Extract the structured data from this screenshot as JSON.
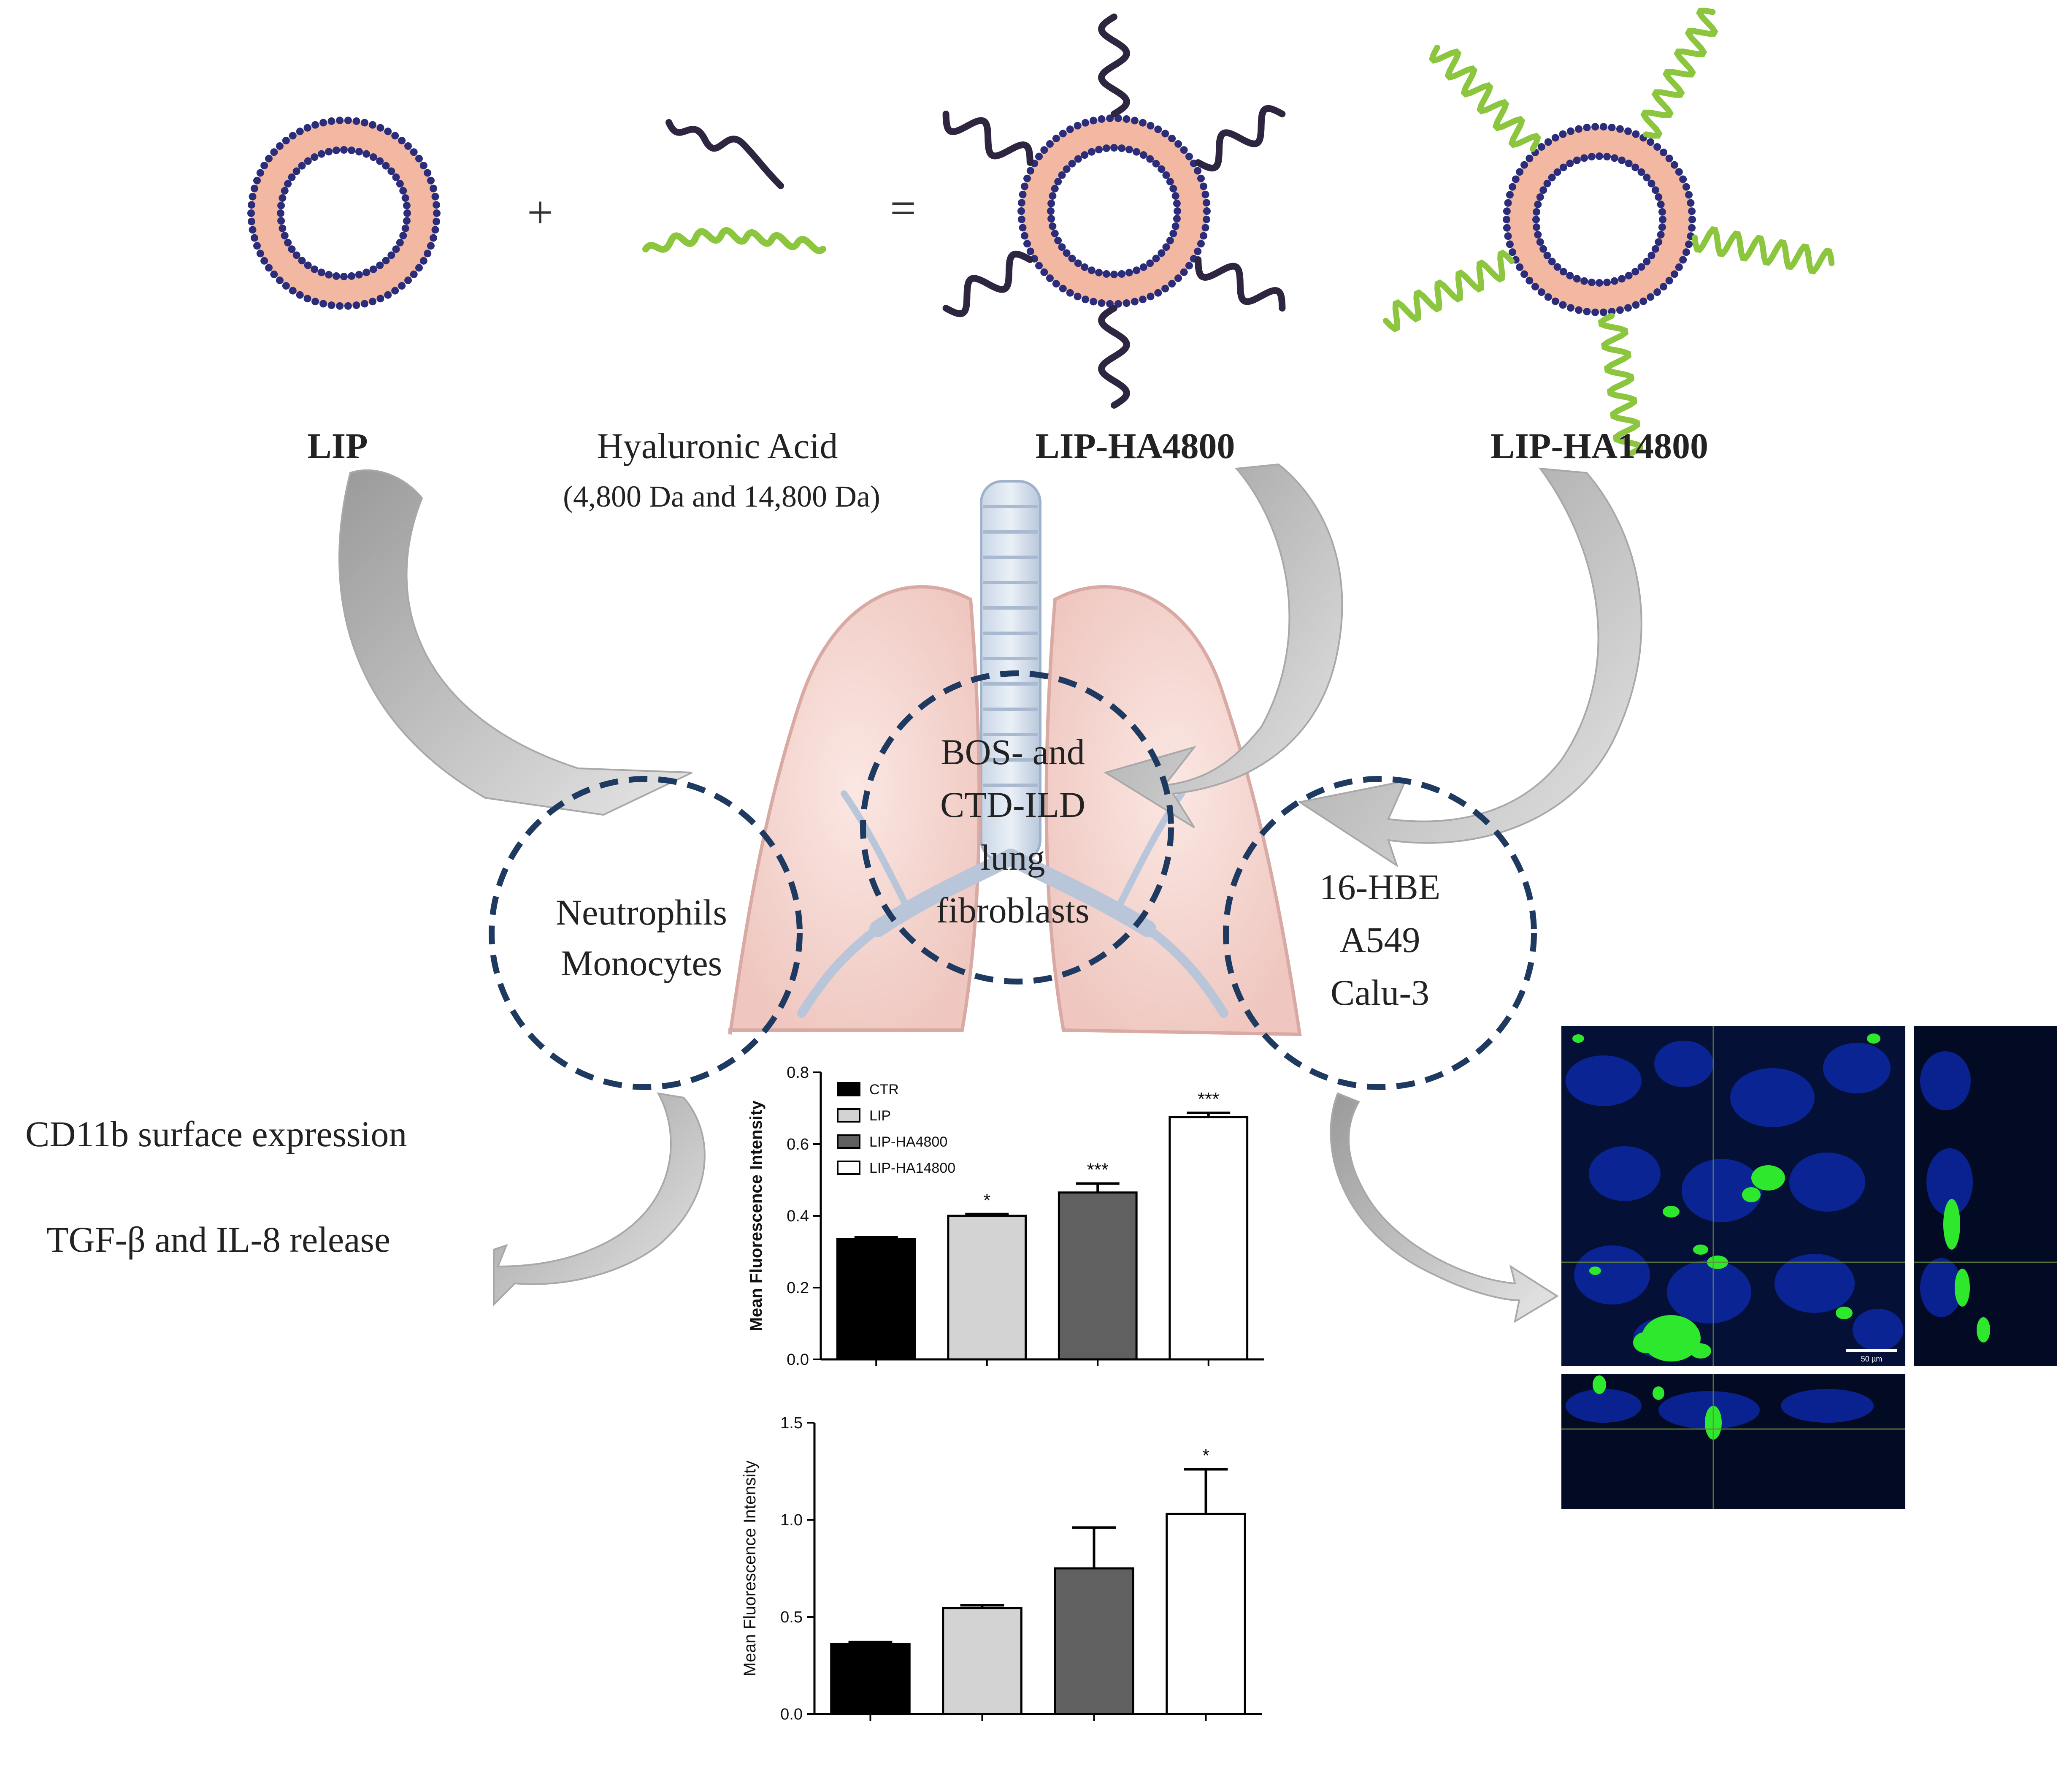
{
  "top_row": {
    "plus": "+",
    "equals": "=",
    "label_lip": "LIP",
    "label_ha_line1": "Hyaluronic Acid",
    "label_ha_line2": "(4,800 Da and 14,800 Da)",
    "label_lip_ha4800_prefix": "LIP-HA",
    "label_lip_ha4800_suffix": "4800",
    "label_lip_ha14800_prefix": "LIP-HA",
    "label_lip_ha14800_suffix": "14800"
  },
  "circles": {
    "immune": [
      "Neutrophils",
      "Monocytes"
    ],
    "fibroblasts": [
      "BOS- and",
      "CTD-ILD",
      "lung",
      "fibroblasts"
    ],
    "epithelial": [
      "16-HBE",
      "A549",
      "Calu-3"
    ]
  },
  "effects": {
    "line1": "CD11b surface expression",
    "line2": "TGF-β and IL-8 release"
  },
  "colors": {
    "circle_dash": "#1f3a60",
    "ha_short": "#2e2640",
    "ha_long": "#8cc63f",
    "lipid_head": "#2b2d7a",
    "lipid_tail": "#f2b8a2",
    "arrow": "#b8b8b8",
    "lung": "#f6d8d4"
  },
  "micrograph": {
    "scale_label": "50 µm"
  },
  "chart_data": [
    {
      "type": "bar",
      "ylabel": "Mean Fluorescence Intensity",
      "ylim": [
        0,
        0.8
      ],
      "yticks": [
        "0.0",
        "0.2",
        "0.4",
        "0.6",
        "0.8"
      ],
      "categories": [
        "CTR",
        "LIP",
        "LIP-HA4800",
        "LIP-HA14800"
      ],
      "values": [
        0.335,
        0.4,
        0.465,
        0.675
      ],
      "errors": [
        0.005,
        0.005,
        0.025,
        0.012
      ],
      "annotations": [
        "",
        "*",
        "***",
        "***"
      ],
      "bar_colors": [
        "#000000",
        "#d3d3d3",
        "#606060",
        "#ffffff"
      ],
      "legend": [
        "CTR",
        "LIP",
        "LIP-HA4800",
        "LIP-HA14800"
      ],
      "legend_position": "top-left"
    },
    {
      "type": "bar",
      "ylabel": "Mean Fluorescence Intensity",
      "ylim": [
        0,
        1.5
      ],
      "yticks": [
        "0.0",
        "0.5",
        "1.0",
        "1.5"
      ],
      "categories": [
        "CTR",
        "LIP",
        "LIP-HA4800",
        "LIP-HA14800"
      ],
      "values": [
        0.36,
        0.545,
        0.75,
        1.03
      ],
      "errors": [
        0.01,
        0.015,
        0.21,
        0.23
      ],
      "annotations": [
        "",
        "",
        "",
        "*"
      ],
      "bar_colors": [
        "#000000",
        "#d3d3d3",
        "#606060",
        "#ffffff"
      ]
    }
  ]
}
